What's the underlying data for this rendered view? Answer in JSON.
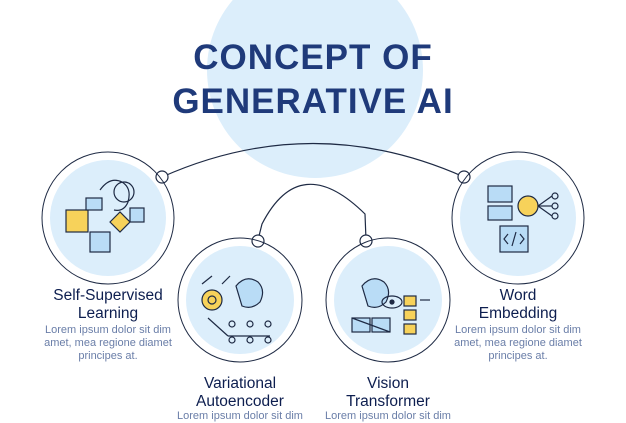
{
  "title": {
    "line1": "CONCEPT OF",
    "line2": "GENERATIVE AI"
  },
  "items": [
    {
      "label_line1": "Self-Supervised",
      "label_line2": "Learning",
      "body_line1": "Lorem ipsum dolor sit dim",
      "body_line2": "amet, mea regione diamet",
      "body_line3": "principes at."
    },
    {
      "label_line1": "Variational",
      "label_line2": "Autoencoder",
      "body_line1": "Lorem ipsum dolor sit dim"
    },
    {
      "label_line1": "Vision",
      "label_line2": "Transformer",
      "body_line1": "Lorem ipsum dolor sit dim"
    },
    {
      "label_line1": "Word",
      "label_line2": "Embedding",
      "body_line1": "Lorem ipsum dolor sit dim",
      "body_line2": "amet, mea regione diamet",
      "body_line3": "principes at."
    }
  ],
  "colors": {
    "title": "#1f3a7a",
    "accent_bg": "#dceefb",
    "line": "#1e2a44",
    "icon_blue": "#b9dcf6",
    "icon_yellow": "#f7d25a"
  },
  "icons": [
    "puzzle-robot-icon",
    "gear-network-icon",
    "vision-tiles-icon",
    "embedding-chip-icon"
  ]
}
